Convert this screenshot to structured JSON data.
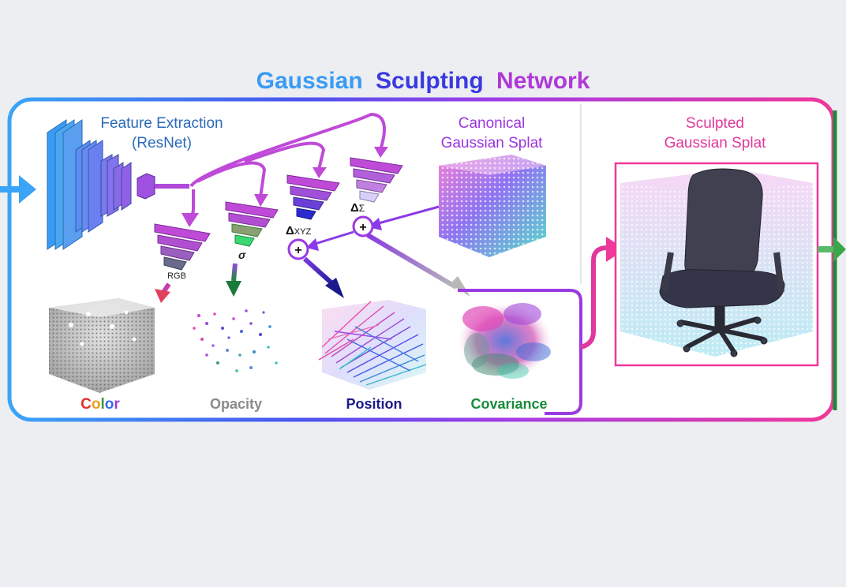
{
  "title": {
    "word1": "Gaussian",
    "word2": "Sculpting",
    "word3": "Network"
  },
  "feature_extraction": {
    "line1": "Feature Extraction",
    "line2": "(ResNet)"
  },
  "canonical": {
    "line1": "Canonical",
    "line2": "Gaussian Splat"
  },
  "sculpted": {
    "line1": "Sculpted",
    "line2": "Gaussian Splat"
  },
  "heads": {
    "rgb": "RGB",
    "sigma": "σ",
    "delta_xyz_symbol": "Δ",
    "delta_xyz_sub": "XYZ",
    "delta_sigma_symbol": "Δ",
    "delta_sigma_sub": "Σ",
    "plus": "+"
  },
  "outputs": {
    "color": [
      "C",
      "o",
      "l",
      "o",
      "r"
    ],
    "opacity": "Opacity",
    "position": "Position",
    "covariance": "Covariance"
  },
  "colors": {
    "blue": "#3a9bf5",
    "purple": "#9a35e0",
    "pink": "#f0389a",
    "magenta_head": "#c05ad8",
    "green": "#1a8a3a",
    "navy": "#1a1a8a"
  }
}
